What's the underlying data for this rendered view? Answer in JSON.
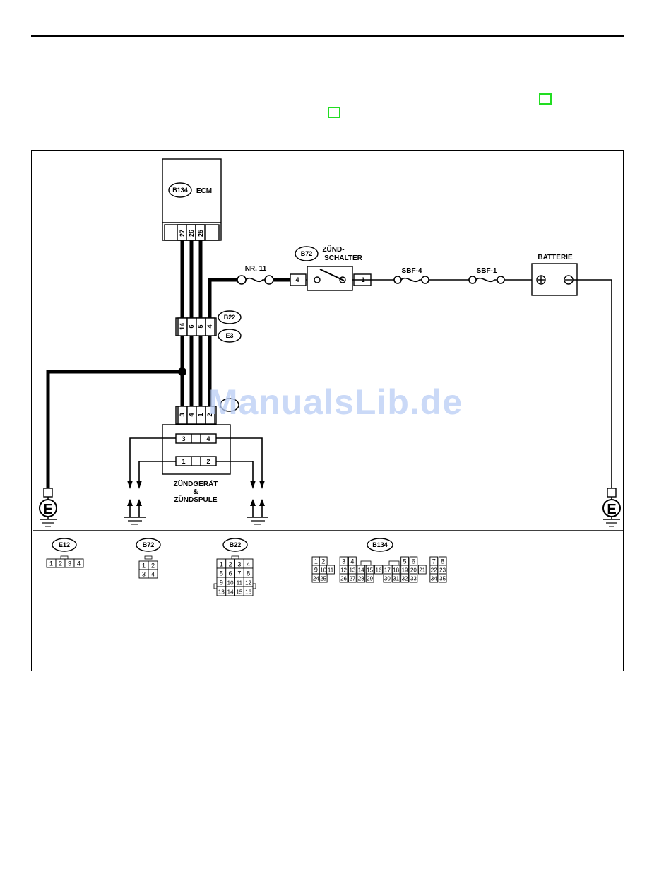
{
  "watermark": "ManualsLib.de",
  "components": {
    "ecm": {
      "connector": "B134",
      "label": "ECM",
      "pins": [
        "27",
        "26",
        "25"
      ]
    },
    "zuendschalter": {
      "connector": "B72",
      "label_line1": "ZÜND-",
      "label_line2": "SCHALTER",
      "pin_left": "4",
      "pin_right": "1"
    },
    "fuse_nr11": "NR. 11",
    "fuse_sbf4": "SBF-4",
    "fuse_sbf1": "SBF-1",
    "batterie": {
      "label": "BATTERIE",
      "plus": "⊕",
      "minus": "⊖"
    },
    "connector_b22_e3": {
      "top": "B22",
      "bottom": "E3",
      "pins": [
        "14",
        "6",
        "5",
        "4"
      ]
    },
    "connector_lower": {
      "pins": [
        "3",
        "4",
        "1",
        "2"
      ]
    },
    "zuendgeraet": {
      "line1": "ZÜNDGERÄT",
      "line2": "&",
      "line3": "ZÜNDSPULE",
      "row1": [
        "3",
        "4"
      ],
      "row2": [
        "1",
        "2"
      ]
    },
    "ground": "E"
  },
  "connector_legend": {
    "e12": {
      "label": "E12",
      "pins": [
        "1",
        "2",
        "3",
        "4"
      ]
    },
    "b72": {
      "label": "B72",
      "pins": [
        "1",
        "2",
        "3",
        "4"
      ]
    },
    "b22": {
      "label": "B22",
      "pins": [
        "1",
        "2",
        "3",
        "4",
        "5",
        "6",
        "7",
        "8",
        "9",
        "10",
        "11",
        "12",
        "13",
        "14",
        "15",
        "16"
      ]
    },
    "b134": {
      "label": "B134",
      "row1": [
        "1",
        "2",
        "3",
        "4",
        "5",
        "6",
        "7",
        "8"
      ],
      "row2": [
        "9",
        "10",
        "11",
        "12",
        "13",
        "14",
        "15",
        "16",
        "17",
        "18",
        "19",
        "20",
        "21",
        "22",
        "23"
      ],
      "row3": [
        "24",
        "25",
        "26",
        "27",
        "28",
        "29",
        "30",
        "31",
        "32",
        "33",
        "34",
        "35"
      ]
    }
  }
}
